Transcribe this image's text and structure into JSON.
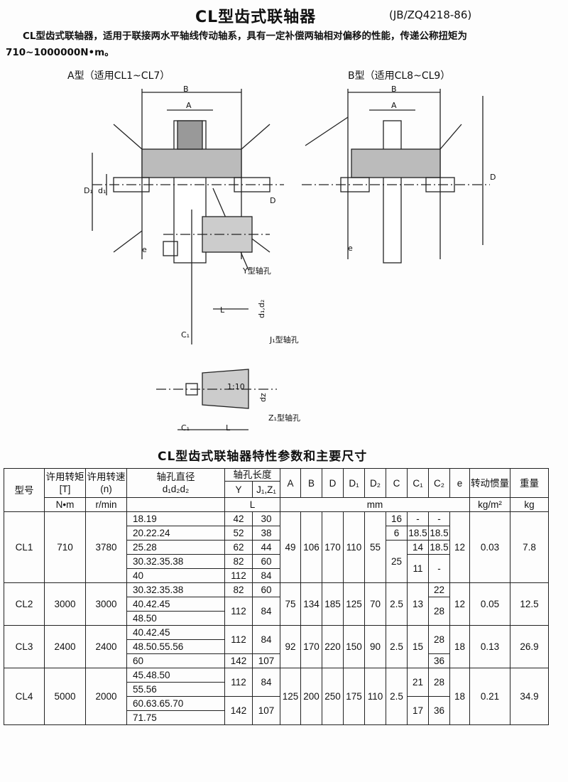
{
  "title": "CL型齿式联轴器",
  "standard": "(JB/ZQ4218-86)",
  "intro": "CL型齿式联轴器，适用于联接两水平轴线传动轴系，具有一定补偿两轴相对偏移的性能，传递公称扭矩为710~1000000N•m。",
  "drawings": {
    "type_a": "A型（适用CL1~CL7）",
    "type_b": "B型（适用CL8~CL9）",
    "y_hole": "Y型轴孔",
    "j1_hole": "J₁型轴孔",
    "z1_hole": "Z₁型轴孔",
    "taper": "1:10",
    "dims": {
      "B": "B",
      "A": "A",
      "D": "D",
      "D1": "D₁",
      "d1": "d₁",
      "e": "e",
      "L": "L",
      "C1": "C₁",
      "d1d2": "d₁,d₂",
      "dz": "dz"
    }
  },
  "table": {
    "title": "CL型齿式联轴器特性参数和主要尺寸",
    "headers": {
      "model": "型号",
      "torque": "许用转矩",
      "torque_sym": "[T]",
      "speed": "许用转速",
      "speed_sym": "(n)",
      "bore": "轴孔直径",
      "bore_sym": "d₁d₂d₂",
      "length": "轴孔长度",
      "Y": "Y",
      "J1Z1": "J₁,Z₁",
      "L": "L",
      "A": "A",
      "B": "B",
      "D": "D",
      "D1": "D₁",
      "D2": "D₂",
      "C": "C",
      "C1": "C₁",
      "C2": "C₂",
      "e": "e",
      "inertia": "转动惯量",
      "weight": "重量"
    },
    "units": {
      "torque": "N•m",
      "speed": "r/min",
      "mm": "mm",
      "inertia": "kg/m²",
      "weight": "kg"
    },
    "rows": {
      "cl1": {
        "model": "CL1",
        "T": "710",
        "n": "3780",
        "d": [
          "18.19",
          "20.22.24",
          "25.28",
          "30.32.35.38",
          "40"
        ],
        "Y": [
          "42",
          "52",
          "62",
          "82",
          "112"
        ],
        "J": [
          "30",
          "38",
          "44",
          "60",
          "84"
        ],
        "A": "49",
        "B": "106",
        "D": "170",
        "D1": "110",
        "D2": "55",
        "C": [
          "16",
          "6",
          "25"
        ],
        "C1": [
          "-",
          "18.5",
          "14",
          "11"
        ],
        "C2": [
          "-",
          "18.5",
          "18.5",
          "-"
        ],
        "e": "12",
        "I": "0.03",
        "W": "7.8"
      },
      "cl2": {
        "model": "CL2",
        "T": "3000",
        "n": "3000",
        "d": [
          "30.32.35.38",
          "40.42.45",
          "48.50"
        ],
        "Y": [
          "82",
          "112"
        ],
        "J": [
          "60",
          "84"
        ],
        "A": "75",
        "B": "134",
        "D": "185",
        "D1": "125",
        "D2": "70",
        "C": "2.5",
        "C1": "13",
        "C2": [
          "22",
          "28"
        ],
        "e": "12",
        "I": "0.05",
        "W": "12.5"
      },
      "cl3": {
        "model": "CL3",
        "T": "2400",
        "n": "2400",
        "d": [
          "40.42.45",
          "48.50.55.56",
          "60"
        ],
        "Y": [
          "112",
          "142"
        ],
        "J": [
          "84",
          "107"
        ],
        "A": "92",
        "B": "170",
        "D": "220",
        "D1": "150",
        "D2": "90",
        "C": "2.5",
        "C1": "15",
        "C2": [
          "28",
          "36"
        ],
        "e": "18",
        "I": "0.13",
        "W": "26.9"
      },
      "cl4": {
        "model": "CL4",
        "T": "5000",
        "n": "2000",
        "d": [
          "45.48.50",
          "55.56",
          "60.63.65.70",
          "71.75"
        ],
        "Y": [
          "112",
          "142"
        ],
        "J": [
          "84",
          "107"
        ],
        "A": "125",
        "B": "200",
        "D": "250",
        "D1": "175",
        "D2": "110",
        "C": "2.5",
        "C1": [
          "21",
          "17"
        ],
        "C2": [
          "28",
          "36"
        ],
        "e": "18",
        "I": "0.21",
        "W": "34.9"
      }
    }
  }
}
